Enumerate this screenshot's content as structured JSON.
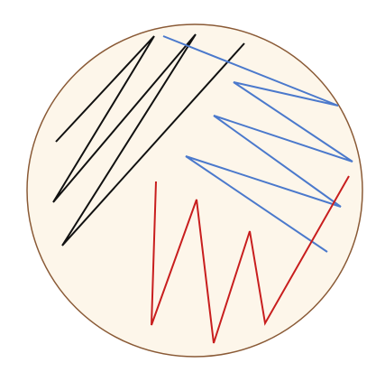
{
  "colors": {
    "background": "#ffffff",
    "dish_fill": "#fdf6ea",
    "dish_outline": "#8a5a36",
    "streak_black": "#111111",
    "streak_blue": "#4b79cc",
    "streak_red": "#c81e1e"
  },
  "streaks": [
    {
      "name": "black-streak-zigzag",
      "color_key": "streak_black",
      "shape": "zigzag"
    },
    {
      "name": "blue-streak-zigzag",
      "color_key": "streak_blue",
      "shape": "zigzag"
    },
    {
      "name": "red-streak-zigzag",
      "color_key": "streak_red",
      "shape": "zigzag"
    }
  ]
}
